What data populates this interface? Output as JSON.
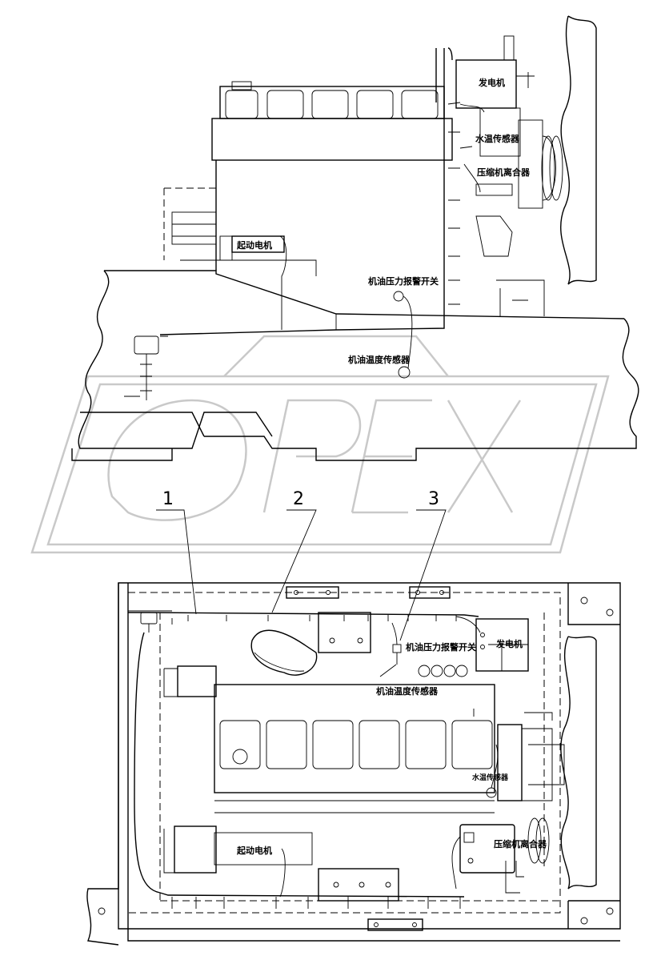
{
  "watermark": "OPEX",
  "top_view": {
    "generator": "发电机",
    "water_temp_sensor": "水温传感器",
    "compressor_clutch": "压缩机离合器",
    "starter_motor": "起动电机",
    "oil_pressure_switch": "机油压力报警开关",
    "oil_temp_sensor": "机油温度传感器"
  },
  "callouts": [
    "1",
    "2",
    "3"
  ],
  "bottom_view": {
    "oil_pressure_switch": "机油压力报警开关",
    "generator": "发电机",
    "oil_temp_sensor": "机油温度传感器",
    "water_temp_sensor": "水温传感器",
    "compressor_clutch": "压缩机离合器",
    "starter_motor": "起动电机"
  }
}
